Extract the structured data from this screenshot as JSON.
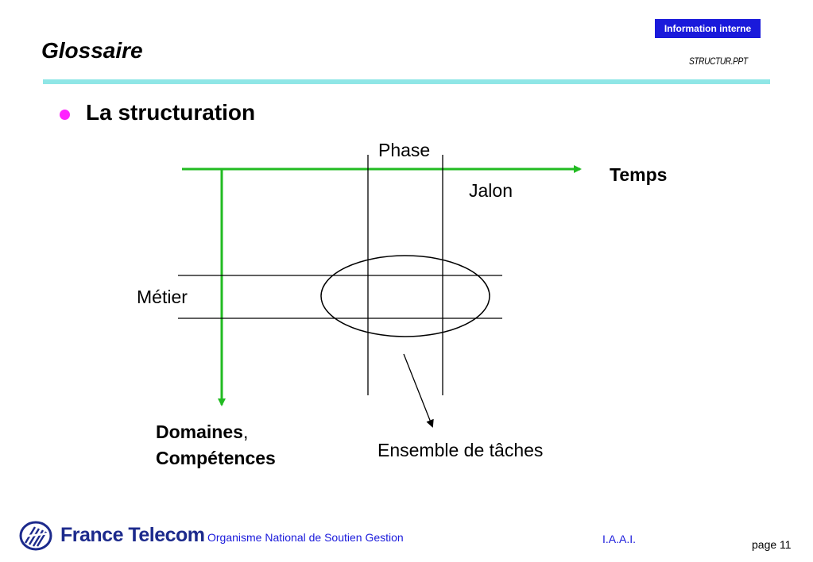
{
  "header": {
    "badge": "Information interne",
    "filename": "STRUCTUR.PPT",
    "title": "Glossaire"
  },
  "section": {
    "heading": "La structuration"
  },
  "diagram": {
    "phase": "Phase",
    "temps": "Temps",
    "jalon": "Jalon",
    "metier": "Métier",
    "domaines": "Domaines",
    "domaines_suffix": ",",
    "competences": "Compétences",
    "ensemble": "Ensemble de tâches"
  },
  "colors": {
    "badge_bg": "#1a1adb",
    "rule": "#8fe6e6",
    "bullet": "#ff22ff",
    "axis": "#22bb22",
    "brand": "#1c2a8c",
    "footer_text": "#1a1adb"
  },
  "footer": {
    "logo_icon": "france-telecom-logo",
    "brand": "France Telecom",
    "organization": "Organisme National de Soutien Gestion",
    "department": "I.A.A.I.",
    "page": "page 11"
  }
}
